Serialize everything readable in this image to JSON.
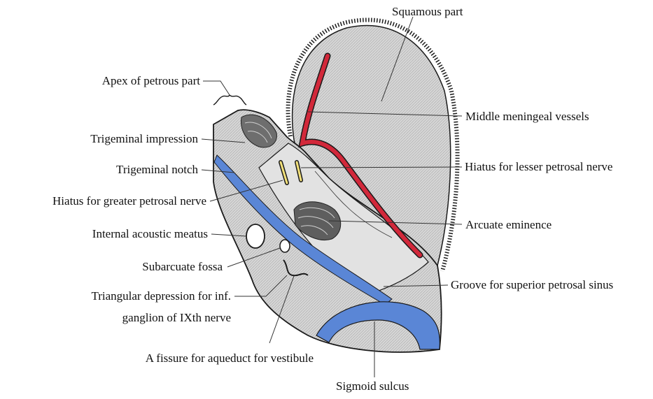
{
  "labels": {
    "squamous_part": "Squamous part",
    "apex_petrous": "Apex of petrous part",
    "middle_meningeal": "Middle meningeal vessels",
    "trigeminal_impression": "Trigeminal impression",
    "trigeminal_notch": "Trigeminal notch",
    "hiatus_lesser": "Hiatus for lesser petrosal nerve",
    "hiatus_greater": "Hiatus for greater petrosal nerve",
    "arcuate_eminence": "Arcuate eminence",
    "internal_acoustic": "Internal acoustic meatus",
    "subarcuate_fossa": "Subarcuate fossa",
    "groove_superior_petrosal": "Groove for superior petrosal sinus",
    "triangular_depression_1": "Triangular depression for inf.",
    "triangular_depression_2": "ganglion of IXth nerve",
    "fissure_aqueduct": "A fissure for aqueduct for vestibule",
    "sigmoid_sulcus": "Sigmoid sulcus"
  },
  "colors": {
    "bone_fill": "#d4d4d4",
    "vessel_red": "#d2283a",
    "sinus_blue": "#5a86d6",
    "outline": "#1a1a1a"
  }
}
